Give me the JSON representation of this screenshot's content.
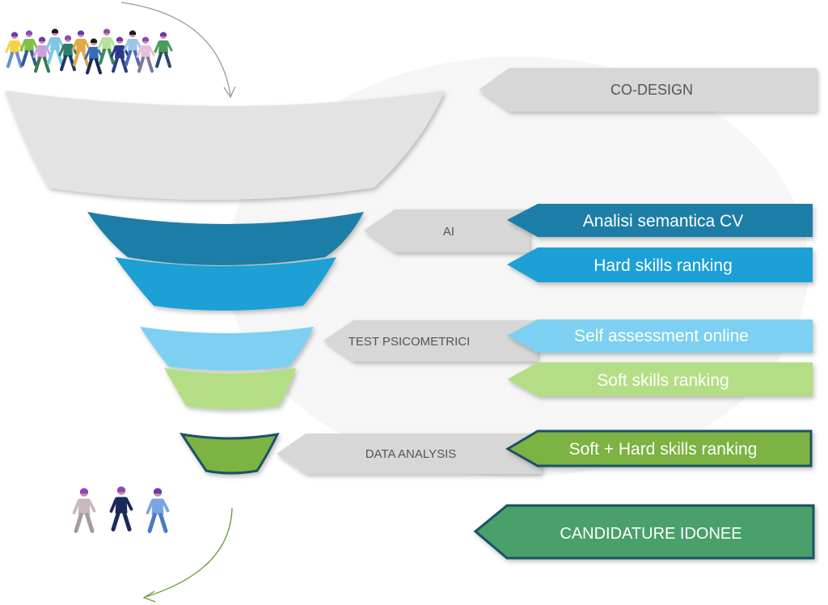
{
  "colors": {
    "gray_band": "#e3e3e3",
    "gray_arrow": "#d7d7d7",
    "gray_text": "#555555",
    "blue_dark": "#1b7ea6",
    "blue_mid": "#1da0d6",
    "blue_light": "#7dd0f1",
    "green_light": "#b4de86",
    "green_mid": "#7cb342",
    "green_dark": "#4aa06a",
    "teal_dark": "#1f5166",
    "white": "#ffffff"
  },
  "stages": {
    "codesign": {
      "label": "CO-DESIGN"
    },
    "ai": {
      "label": "AI",
      "steps": [
        "Analisi semantica CV",
        "Hard skills ranking"
      ]
    },
    "test": {
      "label": "TEST PSICOMETRICI",
      "steps": [
        "Self assessment online",
        "Soft skills ranking"
      ]
    },
    "data": {
      "label": "DATA ANALYSIS",
      "steps": [
        "Soft + Hard skills ranking"
      ]
    },
    "result": {
      "label": "CANDIDATURE IDONEE"
    }
  },
  "icons": {
    "crowd": "walking-people-crowd",
    "few": "walking-people-selected",
    "arrow_in": "curved-arrow-down",
    "arrow_out": "curved-arrow-out"
  }
}
